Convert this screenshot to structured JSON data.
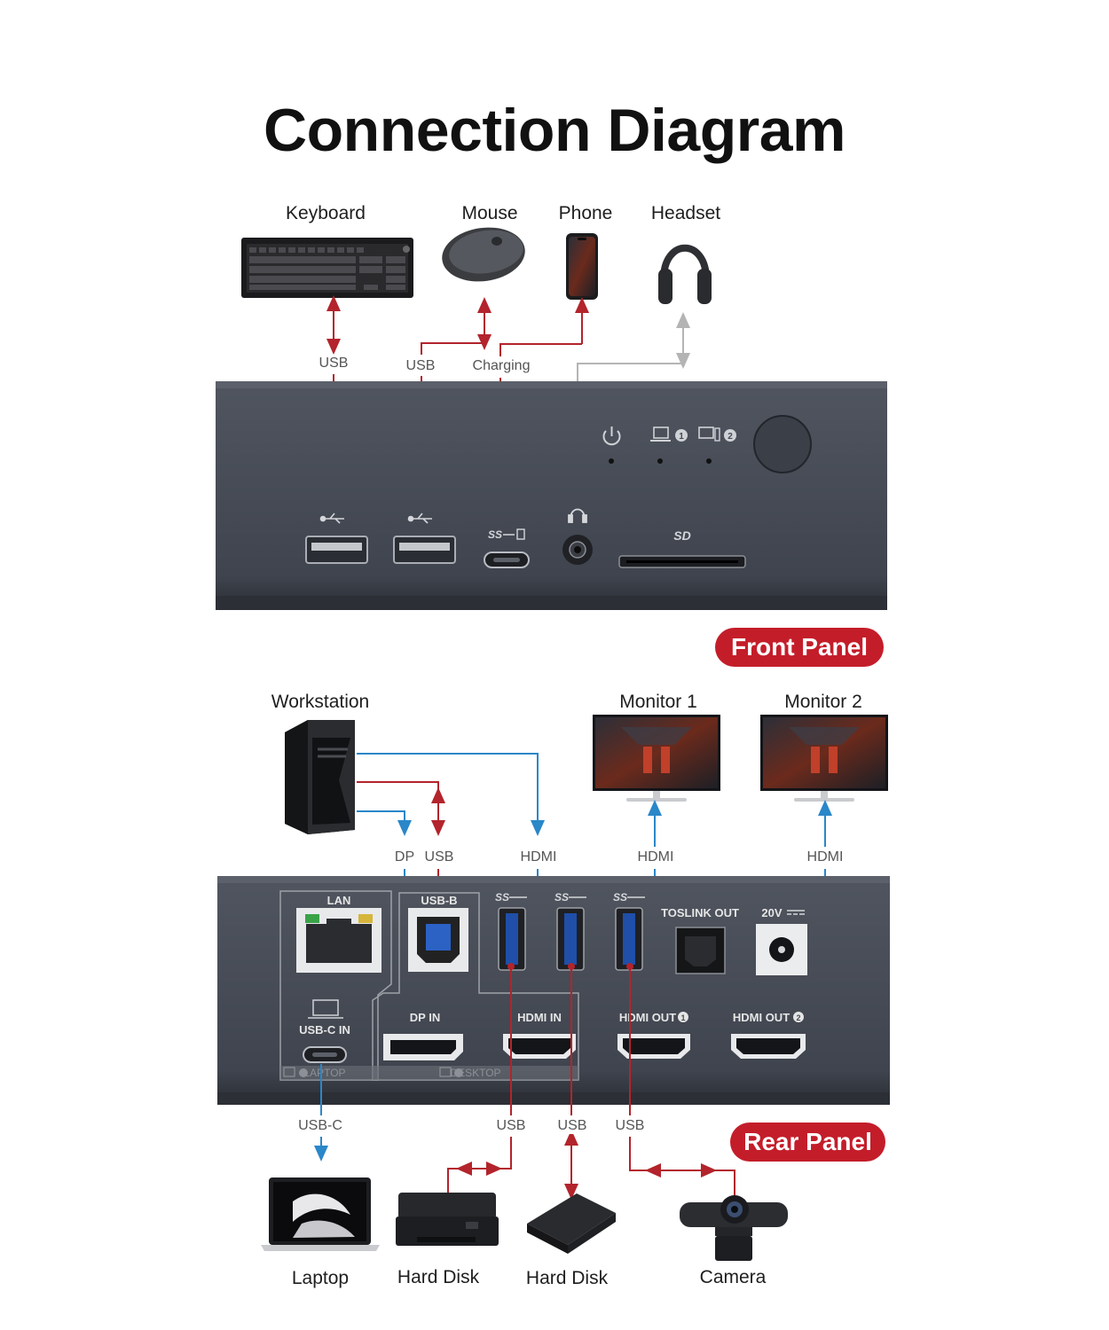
{
  "title": "Connection Diagram",
  "front": {
    "badge": "Front Panel",
    "devices": {
      "keyboard": "Keyboard",
      "mouse": "Mouse",
      "phone": "Phone",
      "headset": "Headset"
    },
    "links": {
      "keyboard": "USB",
      "mouse": "USB",
      "phone": "Charging"
    },
    "led_icons": [
      "power-icon",
      "laptop-1-icon",
      "desktop-2-icon"
    ],
    "ports": [
      "usb-a",
      "usb-a",
      "usb-c-ss",
      "audio-jack",
      "sd-card"
    ],
    "sd_logo": "SD"
  },
  "rear": {
    "badge": "Rear Panel",
    "devices": {
      "workstation": "Workstation",
      "monitor1": "Monitor 1",
      "monitor2": "Monitor 2",
      "laptop": "Laptop",
      "harddisk1": "Hard Disk",
      "harddisk2": "Hard Disk",
      "camera": "Camera"
    },
    "links_top": {
      "dp": "DP",
      "usb": "USB",
      "hdmi": "HDMI",
      "hdmi_m1": "HDMI",
      "hdmi_m2": "HDMI"
    },
    "links_bottom": {
      "usbc": "USB-C",
      "usb1": "USB",
      "usb2": "USB",
      "usb3": "USB"
    },
    "port_labels": {
      "lan": "LAN",
      "usbb": "USB-B",
      "toslink": "TOSLINK OUT",
      "power": "20V",
      "usbc_in": "USB-C IN",
      "laptop_group": "LAPTOP",
      "dp_in": "DP IN",
      "hdmi_in": "HDMI IN",
      "hdmi_out1": "HDMI OUT",
      "hdmi_out2": "HDMI OUT",
      "desktop_group": "DESKTOP"
    }
  },
  "colors": {
    "red_line": "#b3242c",
    "blue_line": "#2a87c8",
    "grey_line": "#b4b4b4",
    "panel_body": "#454a55",
    "badge": "#c41d2a"
  }
}
